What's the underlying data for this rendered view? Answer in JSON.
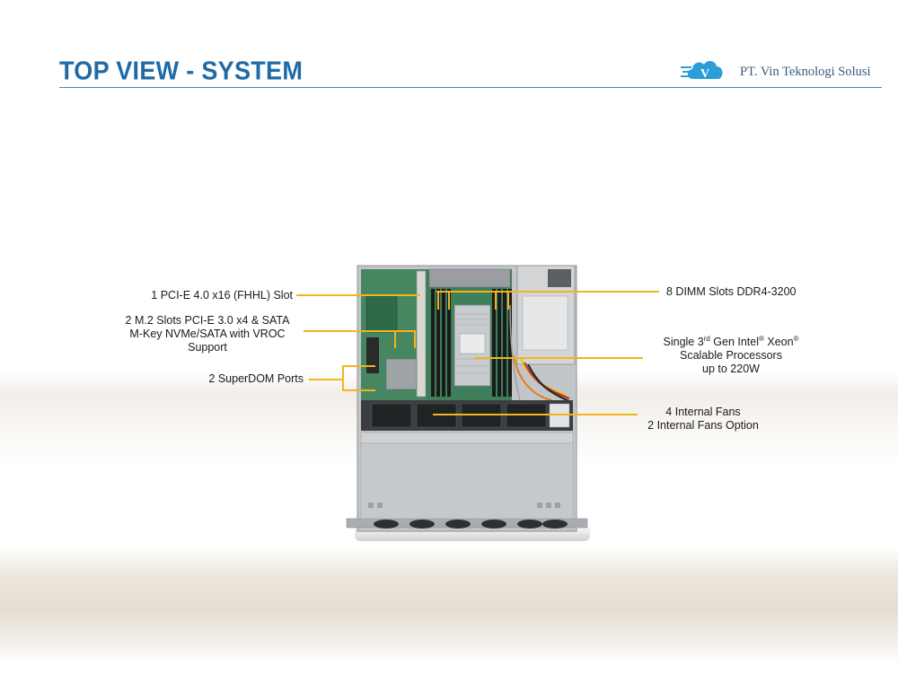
{
  "header": {
    "title": "TOP VIEW - SYSTEM",
    "logo_text": "PT. Vin Teknologi Solusi",
    "logo_letter": "V"
  },
  "callouts": {
    "pcie_slot": "1 PCI-E 4.0 x16 (FHHL) Slot",
    "m2_line1": "2 M.2 Slots PCI-E  3.0 x4  & SATA",
    "m2_line2": "M-Key NVMe/SATA with VROC",
    "m2_line3": "Support",
    "superdom": "2 SuperDOM Ports",
    "dimm": "8 DIMM Slots DDR4-3200",
    "cpu_line1_a": "Single 3",
    "cpu_line1_sup1": "rd",
    "cpu_line1_b": " Gen Intel",
    "cpu_line1_sup2": "®",
    "cpu_line1_c": "  Xeon",
    "cpu_line1_sup3": "®",
    "cpu_line2": "Scalable Processors",
    "cpu_line3": "up to 220W",
    "fans_line1": "4 Internal  Fans",
    "fans_line2": "2 Internal  Fans Option"
  },
  "colors": {
    "title": "#1f6aa6",
    "callout_line": "#f2b51c",
    "pcb": "#3e7e5a",
    "chassis": "#b9bcbf",
    "logo_blue": "#2b9ed8"
  }
}
